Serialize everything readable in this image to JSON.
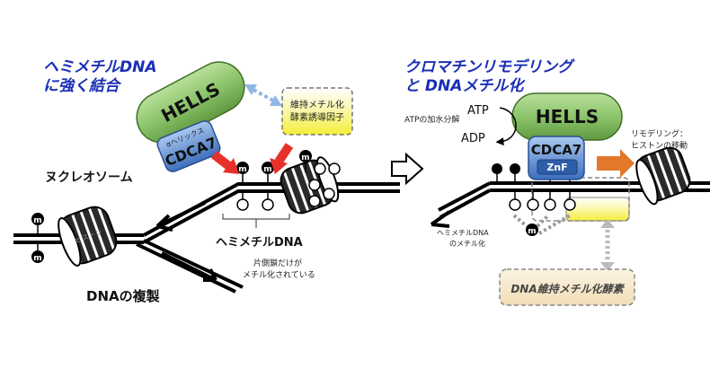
{
  "left": {
    "heading_line1": "ヘミメチルDNA",
    "heading_line2": "に強く結合",
    "hells": "HELLS",
    "alpha_helix": "αヘリックス",
    "cdca7": "CDCA7",
    "factor_line1": "維持メチル化",
    "factor_line2": "酵素誘導因子",
    "nucleosome": "ヌクレオソーム",
    "histone_text": "ヒストン",
    "hemi_label": "ヘミメチルDNA",
    "note_line1": "片側鎖だけが",
    "note_line2": "メチル化されている",
    "replication": "DNAの複製",
    "methyl_mark": "m"
  },
  "right": {
    "heading_line1": "クロマチンリモデリング",
    "heading_line2": "と DNAメチル化",
    "atp": "ATP",
    "adp": "ADP",
    "atp_note": "ATPの加水分解",
    "hells": "HELLS",
    "cdca7": "CDCA7",
    "znf": "ZnF",
    "remodel_line1": "リモデリング：",
    "remodel_line2": "ヒストンの移動",
    "hemi_line1": "ヘミメチルDNA",
    "hemi_line2": "のメチル化",
    "dnmt": "DNA維持メチル化酵素"
  },
  "colors": {
    "title_blue": "#1a2fb4",
    "hells_green": "#8cc46b",
    "cdca7_blue": "#5b8fd6",
    "factor_yellow": "#f4ee3a",
    "red_arrow": "#e8302a",
    "orange_arrow": "#e3782a",
    "light_blue_arrow": "#8fb6e6"
  }
}
